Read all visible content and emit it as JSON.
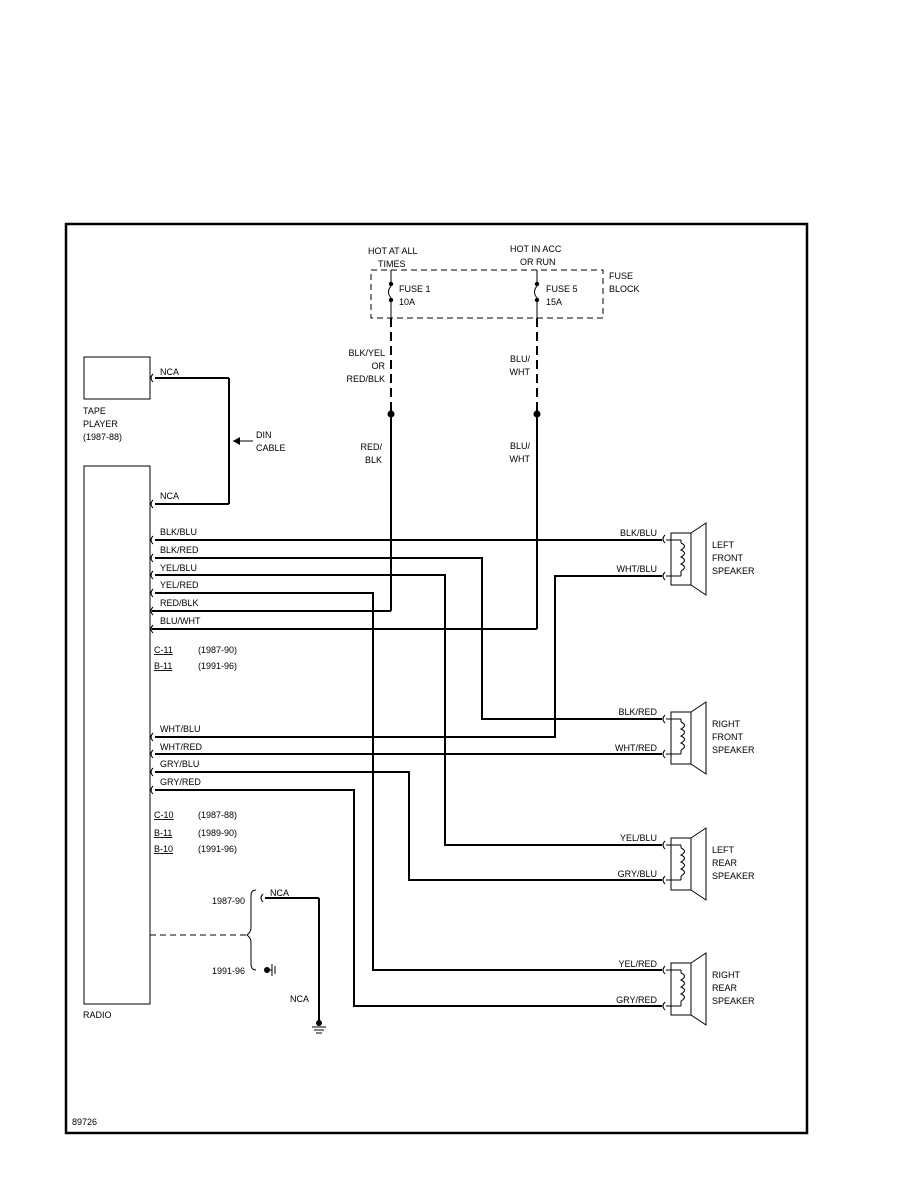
{
  "fuse_block": {
    "hot_at_all_times": [
      "HOT AT ALL",
      "TIMES"
    ],
    "hot_in_acc": [
      "HOT IN ACC",
      "OR RUN"
    ],
    "label": [
      "FUSE",
      "BLOCK"
    ],
    "fuse1": [
      "FUSE 1",
      "10A"
    ],
    "fuse5": [
      "FUSE 5",
      "15A"
    ]
  },
  "feed_labels": {
    "left_top": [
      "BLK/YEL",
      "OR",
      "RED/BLK"
    ],
    "left_bottom": [
      "RED/",
      "BLK"
    ],
    "right_top": [
      "BLU/",
      "WHT"
    ],
    "right_bottom": [
      "BLU/",
      "WHT"
    ]
  },
  "tape_player": {
    "label": [
      "TAPE",
      "PLAYER",
      "(1987-88)"
    ],
    "nca_top": "NCA",
    "nca_bottom": "NCA",
    "din_cable": [
      "DIN",
      "CABLE"
    ]
  },
  "radio": {
    "label": "RADIO",
    "connector_top": {
      "wires": [
        "BLK/BLU",
        "BLK/RED",
        "YEL/BLU",
        "YEL/RED",
        "RED/BLK",
        "BLU/WHT"
      ],
      "codes": [
        {
          "code": "C-11",
          "years": "(1987-90)"
        },
        {
          "code": "B-11",
          "years": "(1991-96)"
        }
      ]
    },
    "connector_bottom": {
      "wires": [
        "WHT/BLU",
        "WHT/RED",
        "GRY/BLU",
        "GRY/RED"
      ],
      "codes": [
        {
          "code": "C-10",
          "years": "(1987-88)"
        },
        {
          "code": "B-11",
          "years": "(1989-90)"
        },
        {
          "code": "B-10",
          "years": "(1991-96)"
        }
      ]
    }
  },
  "ground": {
    "year_top": "1987-90",
    "year_bottom": "1991-96",
    "nca_top": "NCA",
    "nca_bottom": "NCA"
  },
  "speakers": [
    {
      "name": [
        "LEFT",
        "FRONT",
        "SPEAKER"
      ],
      "wire_top": "BLK/BLU",
      "wire_bottom": "WHT/BLU"
    },
    {
      "name": [
        "RIGHT",
        "FRONT",
        "SPEAKER"
      ],
      "wire_top": "BLK/RED",
      "wire_bottom": "WHT/RED"
    },
    {
      "name": [
        "LEFT",
        "REAR",
        "SPEAKER"
      ],
      "wire_top": "YEL/BLU",
      "wire_bottom": "GRY/BLU"
    },
    {
      "name": [
        "RIGHT",
        "REAR",
        "SPEAKER"
      ],
      "wire_top": "YEL/RED",
      "wire_bottom": "GRY/RED"
    }
  ],
  "figure_id": "89726"
}
